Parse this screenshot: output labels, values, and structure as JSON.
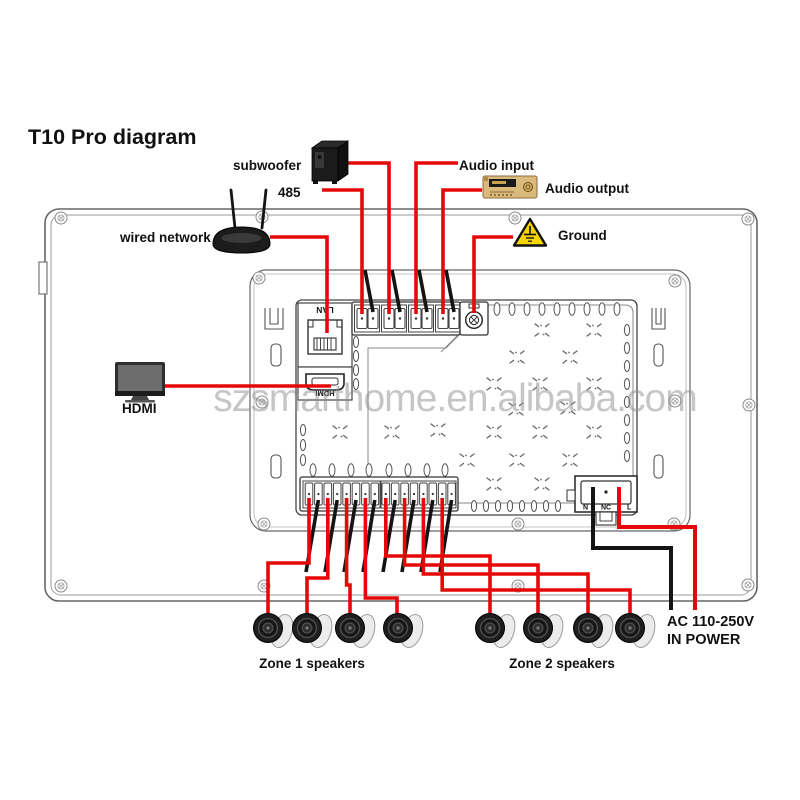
{
  "title": "T10 Pro diagram",
  "watermark": "szsmarthome.en.alibaba.com",
  "peripherals": {
    "wired_network": "wired network",
    "subwoofer": "subwoofer",
    "rs485": "485",
    "audio_input": "Audio input",
    "audio_output": "Audio output",
    "ground": "Ground",
    "hdmi": "HDMI"
  },
  "ports": {
    "lan": "LAN",
    "hdmi": "HDMI"
  },
  "power": {
    "line1": "AC 110-250V",
    "line2": "IN POWER",
    "terminals": {
      "n": "N",
      "nc": "NC",
      "l": "L"
    }
  },
  "zones": {
    "zone1": {
      "label": "Zone 1 speakers",
      "count": 4
    },
    "zone2": {
      "label": "Zone 2 speakers",
      "count": 4
    }
  },
  "connections": [
    {
      "peripheral": "wired network",
      "port": "LAN"
    },
    {
      "peripheral": "HDMI",
      "port": "HDMI"
    },
    {
      "peripheral": "subwoofer",
      "port": "top terminal block"
    },
    {
      "peripheral": "485",
      "port": "top terminal block"
    },
    {
      "peripheral": "Audio input",
      "port": "top terminal block"
    },
    {
      "peripheral": "Audio output",
      "port": "top terminal block"
    },
    {
      "peripheral": "Ground",
      "port": "ground screw"
    },
    {
      "peripheral": "AC 110-250V IN POWER",
      "port": "N NC L power terminal"
    },
    {
      "peripheral": "Zone 1 speakers",
      "port": "bottom speaker terminals"
    },
    {
      "peripheral": "Zone 2 speakers",
      "port": "bottom speaker terminals"
    }
  ],
  "colors": {
    "wire_red": "#e60808",
    "wire_black": "#141414",
    "ground_yellow": "#f6d400",
    "amp_gold": "#d9b97c",
    "outline_gray": "#555555",
    "watermark_gray": "#8f8f8f"
  }
}
